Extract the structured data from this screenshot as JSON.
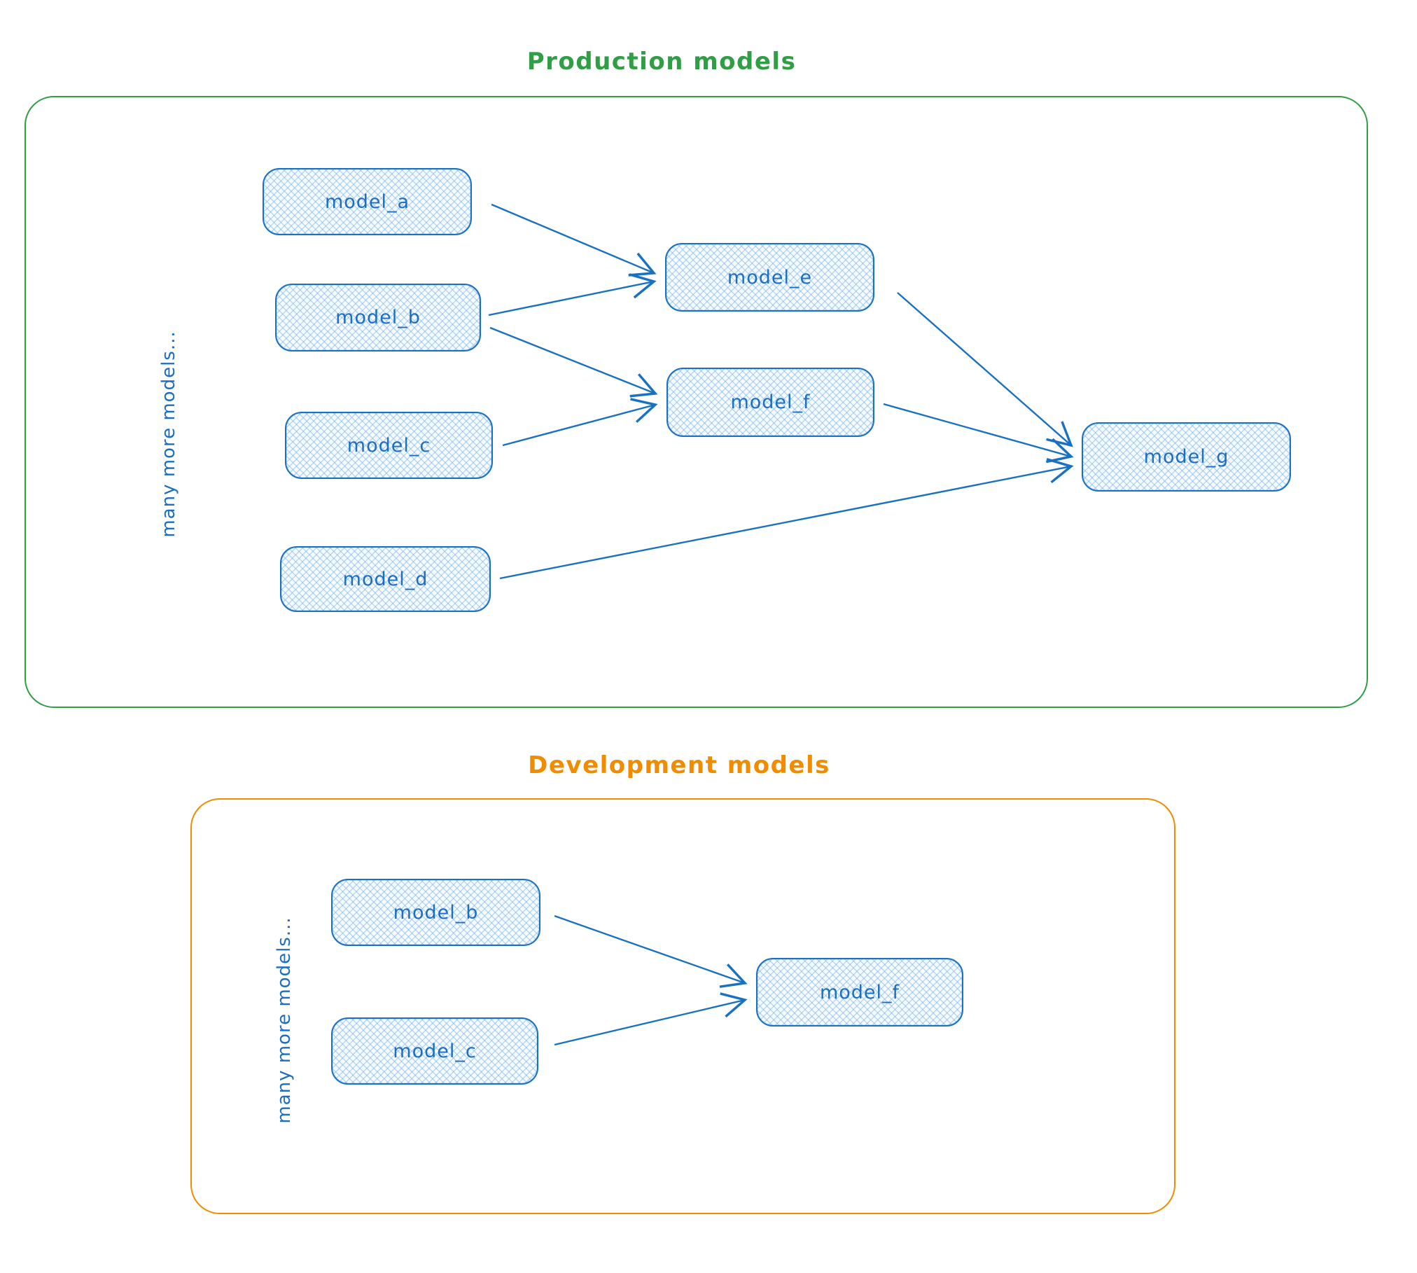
{
  "colors": {
    "node_stroke": "#1971c2",
    "node_fill_hatch": "#a5d8ff",
    "node_text": "#1b6ec2",
    "production_accent": "#2f9e44",
    "development_accent": "#f08c00",
    "background": "#ffffff"
  },
  "production": {
    "title": "Production models",
    "side_label": "many more models...",
    "nodes": {
      "a": {
        "label": "model_a"
      },
      "b": {
        "label": "model_b"
      },
      "c": {
        "label": "model_c"
      },
      "d": {
        "label": "model_d"
      },
      "e": {
        "label": "model_e"
      },
      "f": {
        "label": "model_f"
      },
      "g": {
        "label": "model_g"
      }
    },
    "edges": [
      {
        "from": "model_a",
        "to": "model_e"
      },
      {
        "from": "model_b",
        "to": "model_e"
      },
      {
        "from": "model_b",
        "to": "model_f"
      },
      {
        "from": "model_c",
        "to": "model_f"
      },
      {
        "from": "model_e",
        "to": "model_g"
      },
      {
        "from": "model_f",
        "to": "model_g"
      },
      {
        "from": "model_d",
        "to": "model_g"
      }
    ]
  },
  "development": {
    "title": "Development models",
    "side_label": "many more models...",
    "nodes": {
      "b": {
        "label": "model_b"
      },
      "c": {
        "label": "model_c"
      },
      "f": {
        "label": "model_f"
      }
    },
    "edges": [
      {
        "from": "model_b",
        "to": "model_f"
      },
      {
        "from": "model_c",
        "to": "model_f"
      }
    ]
  }
}
